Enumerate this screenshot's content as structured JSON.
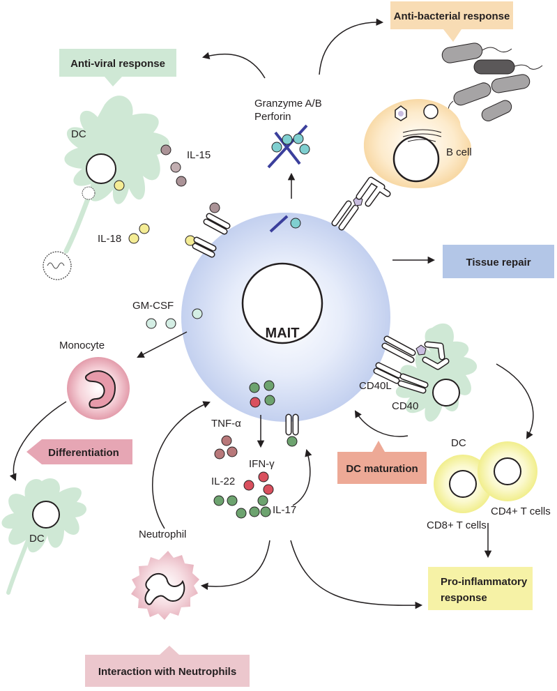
{
  "center_cell": "MAIT",
  "boxes": {
    "antiviral": "Anti-viral response",
    "antibacterial": "Anti-bacterial response",
    "tissue_repair": "Tissue repair",
    "differentiation": "Differentiation",
    "dc_maturation": "DC maturation",
    "proinflammatory_line1": "Pro-inflammatory",
    "proinflammatory_line2": "response",
    "neutrophils": "Interaction with Neutrophils"
  },
  "labels": {
    "dc_top": "DC",
    "il15": "IL-15",
    "il18": "IL-18",
    "granzyme": "Granzyme A/B",
    "perforin": "Perforin",
    "b_cell": "B cell",
    "gmcsf": "GM-CSF",
    "monocyte": "Monocyte",
    "dc_bottom_left": "DC",
    "cd40l": "CD40L",
    "cd40": "CD40",
    "dc_right": "DC",
    "tnfa": "TNF-α",
    "ifng": "IFN-γ",
    "il22": "IL-22",
    "il17": "IL-17",
    "cd8": "CD8+ T cells",
    "cd4": "CD4+ T cells",
    "neutrophil": "Neutrophil"
  },
  "colors": {
    "antiviral_box": "#cfe8d5",
    "antibacterial_box": "#f8dcb4",
    "tissue_repair_box": "#b3c6e7",
    "differentiation_box": "#e6a6b4",
    "dc_maturation_box": "#eda996",
    "proinflammatory_box": "#f6f2a6",
    "neutrophils_box": "#ecc7cd",
    "mait_cell": "#c9d5f0",
    "dc_cell": "#c9e4d2",
    "il15_bead": "#ab9397",
    "il18_bead": "#f4ec95",
    "granzyme_bead": "#7fcfd0",
    "perforin_bar": "#3b3f9c",
    "gmcsf_bead": "#d4eee4",
    "cytokine_red": "#d9505e",
    "cytokine_mauve": "#b8787a",
    "cytokine_green": "#6da36f",
    "t_cell": "#f6f4a0",
    "b_cell": "#fbe3b9",
    "monocyte": "#e79aaa",
    "neutrophil": "#eec6cf",
    "bacteria": "#a6a4a5"
  }
}
